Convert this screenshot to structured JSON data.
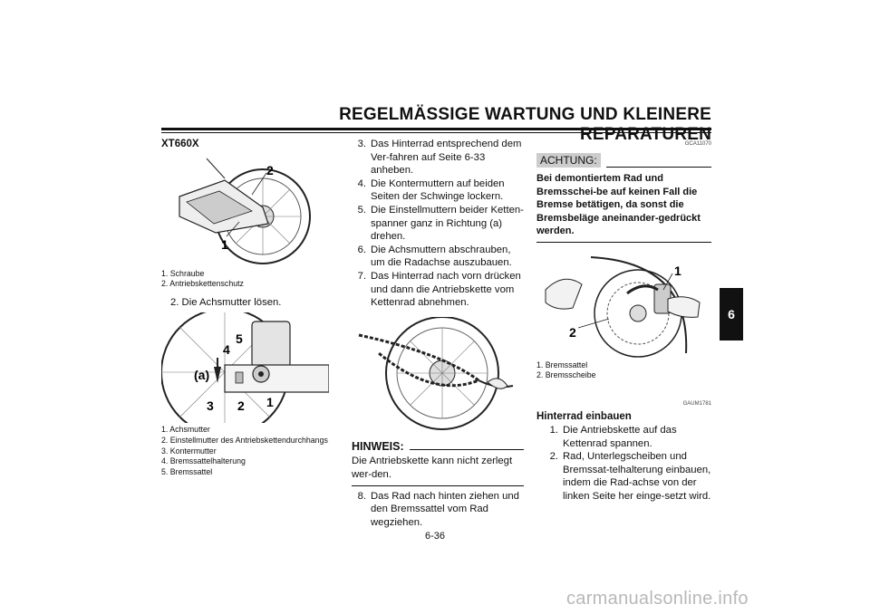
{
  "header": {
    "title": "REGELMÄSSIGE WARTUNG UND KLEINERE REPARATUREN"
  },
  "chapter_tab": "6",
  "col1": {
    "model": "XT660X",
    "fig1": {
      "labels": [
        "1",
        "2"
      ],
      "captions": [
        "1. Schraube",
        "2. Antriebskettenschutz"
      ]
    },
    "step2": "2. Die Achsmutter lösen.",
    "fig2": {
      "labels": [
        "1",
        "2",
        "3",
        "4",
        "5",
        "(a)"
      ],
      "captions": [
        "1. Achsmutter",
        "2. Einstellmutter des Antriebskettendurchhangs",
        "3. Kontermutter",
        "4. Bremssattelhalterung",
        "5. Bremssattel"
      ]
    }
  },
  "col2": {
    "steps": [
      {
        "num": "3.",
        "text": "Das Hinterrad entsprechend dem Ver-fahren auf Seite 6-33 anheben."
      },
      {
        "num": "4.",
        "text": "Die Kontermuttern auf beiden Seiten der Schwinge lockern."
      },
      {
        "num": "5.",
        "text": "Die Einstellmuttern beider Ketten-spanner ganz in Richtung (a) drehen."
      },
      {
        "num": "6.",
        "text": "Die Achsmuttern abschrauben, um die Radachse auszubauen."
      },
      {
        "num": "7.",
        "text": "Das Hinterrad nach vorn drücken und dann die Antriebskette vom Kettenrad abnehmen."
      }
    ],
    "hinweis_label": "HINWEIS:",
    "hinweis_text": "Die Antriebskette kann nicht zerlegt wer-den.",
    "step8": {
      "num": "8.",
      "text": "Das Rad nach hinten ziehen und den Bremssattel vom Rad wegziehen."
    }
  },
  "col3": {
    "code1": "GCA11070",
    "achtung_label": "ACHTUNG:",
    "warning": "Bei demontiertem Rad und Bremsschei-be auf keinen Fall die Bremse betätigen, da sonst die Bremsbeläge aneinander-gedrückt werden.",
    "fig": {
      "labels": [
        "1",
        "2"
      ],
      "captions": [
        "1. Bremssattel",
        "2. Bremsscheibe"
      ]
    },
    "code2": "GAUM1781",
    "subhead": "Hinterrad einbauen",
    "steps": [
      {
        "num": "1.",
        "text": "Die Antriebskette auf das Kettenrad spannen."
      },
      {
        "num": "2.",
        "text": "Rad, Unterlegscheiben und Bremssat-telhalterung einbauen, indem die Rad-achse von der linken Seite her einge-setzt wird."
      }
    ]
  },
  "footer": {
    "page": "6-36",
    "watermark": "carmanualsonline.info"
  }
}
